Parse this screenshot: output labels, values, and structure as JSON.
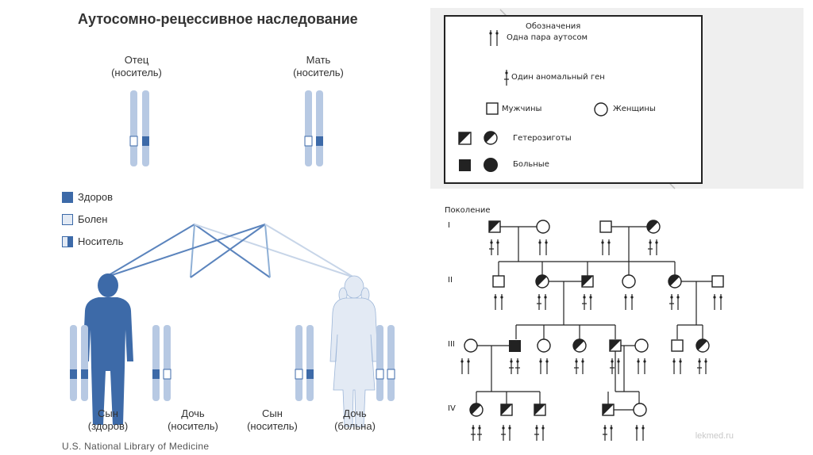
{
  "left_panel": {
    "title": "Аутосомно-рецессивное наследование",
    "father": {
      "name": "Отец",
      "status": "(носитель)"
    },
    "mother": {
      "name": "Мать",
      "status": "(носитель)"
    },
    "legend": [
      {
        "label": "Здоров",
        "kind": "filled"
      },
      {
        "label": "Болен",
        "kind": "light"
      },
      {
        "label": "Носитель",
        "kind": "half"
      }
    ],
    "children": [
      {
        "name": "Сын",
        "status": "(здоров)"
      },
      {
        "name": "Дочь",
        "status": "(носитель)"
      },
      {
        "name": "Сын",
        "status": "(носитель)"
      },
      {
        "name": "Дочь",
        "status": "(больна)"
      }
    ],
    "credit": "U.S. National Library of Medicine",
    "colors": {
      "dark": "#3d6aa8",
      "light": "#dbe5f1"
    }
  },
  "right_panel": {
    "legend_title": "Обозначения",
    "legend_items": {
      "pair": "Одна пара аутосом",
      "abnormal_gene": "Один аномальный ген",
      "men": "Мужчины",
      "women": "Женщины",
      "heterozygotes": "Гетерозиготы",
      "affected": "Больные"
    },
    "pedigree_title": "Поколение",
    "generations": [
      "I",
      "II",
      "III",
      "IV"
    ],
    "watermark": "lekmed.ru"
  }
}
